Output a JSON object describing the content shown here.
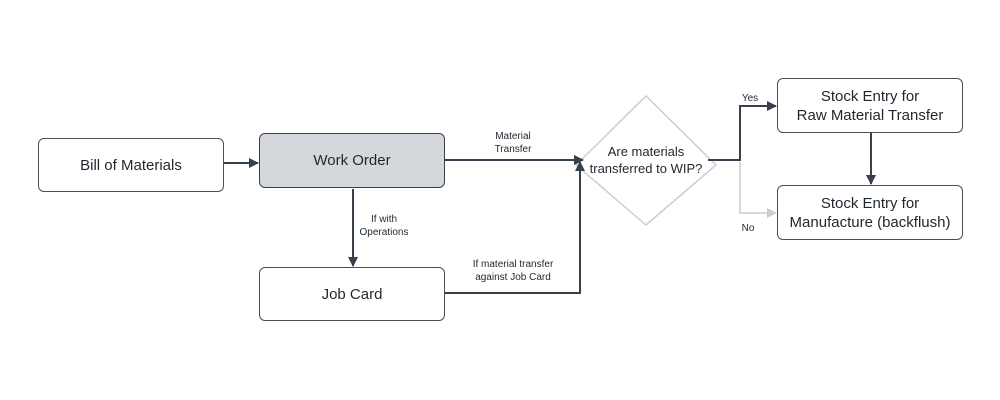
{
  "nodes": {
    "bom": "Bill of Materials",
    "work_order": "Work Order",
    "job_card": "Job Card",
    "decision": "Are materials\ntransferred to WIP?",
    "raw_transfer": "Stock Entry for\nRaw Material Transfer",
    "manufacture": "Stock Entry for\nManufacture (backflush)"
  },
  "edge_labels": {
    "material_transfer": "Material\nTransfer",
    "with_operations": "If with\nOperations",
    "job_card_transfer": "If material transfer\nagainst Job Card",
    "yes": "Yes",
    "no": "No"
  },
  "colors": {
    "stroke": "#36414c",
    "muted_stroke": "#c8ced4",
    "active_fill": "#d4d8dd"
  }
}
